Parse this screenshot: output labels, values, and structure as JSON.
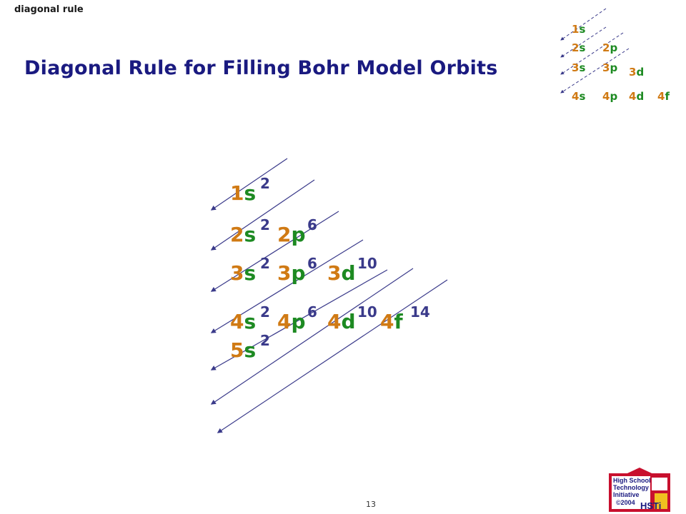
{
  "slide_label": "diagonal rule",
  "title": "Diagonal Rule for Filling Bohr Model Orbits",
  "page_number": "13",
  "main_rows": [
    [
      {
        "n": "1",
        "l": "s",
        "e": "2"
      }
    ],
    [
      {
        "n": "2",
        "l": "s",
        "e": "2"
      },
      {
        "n": "2",
        "l": "p",
        "e": "6"
      }
    ],
    [
      {
        "n": "3",
        "l": "s",
        "e": "2"
      },
      {
        "n": "3",
        "l": "p",
        "e": "6"
      },
      {
        "n": "3",
        "l": "d",
        "e": "10"
      }
    ],
    [
      {
        "n": "4",
        "l": "s",
        "e": "2"
      },
      {
        "n": "4",
        "l": "p",
        "e": "6"
      },
      {
        "n": "4",
        "l": "d",
        "e": "10"
      },
      {
        "n": "4",
        "l": "f",
        "e": "14"
      }
    ],
    [
      {
        "n": "5",
        "l": "s",
        "e": "2"
      }
    ]
  ],
  "mini_rows": [
    [
      "1s"
    ],
    [
      "2s",
      "2p"
    ],
    [
      "3s",
      "3p",
      "3d"
    ],
    [
      "4s",
      "4p",
      "4d",
      "4f"
    ]
  ],
  "logo": {
    "lines": [
      "High School",
      "Technology",
      "Initiative",
      "©2004"
    ],
    "letters": "HSTi"
  },
  "colors": {
    "number": "#d07a14",
    "letter": "#1d8a22",
    "exponent": "#3a3a8a",
    "title": "#1a1a80",
    "arrow": "#3a3a8a"
  }
}
